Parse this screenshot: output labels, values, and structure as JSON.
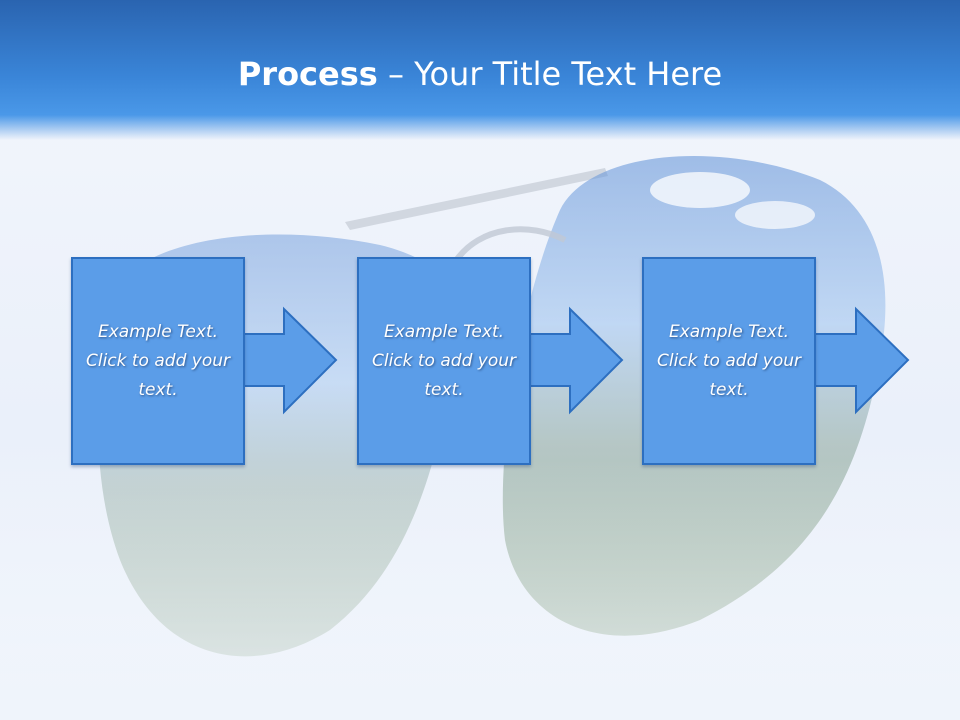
{
  "title": {
    "bold": "Process",
    "rest": " – Your Title Text Here"
  },
  "steps": [
    {
      "text": "Example Text. Click  to add your text."
    },
    {
      "text": "Example Text. Click  to add your text."
    },
    {
      "text": "Example Text. Click  to add your text."
    }
  ],
  "colors": {
    "header": "#3a85d8",
    "box_fill": "#5b9de8",
    "box_border": "#2d6fc0"
  }
}
